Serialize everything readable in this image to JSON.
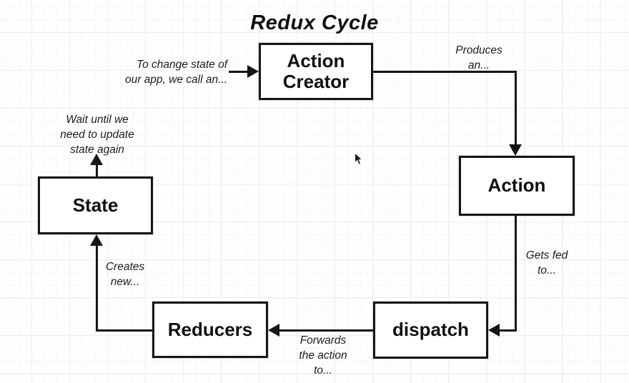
{
  "title": "Redux Cycle",
  "colors": {
    "line": "#161616",
    "node_fill": "#ffffff",
    "node_border": "#161616",
    "text": "#111111",
    "background": "#fefefe",
    "grid_minor": "#f8f5f6",
    "grid_major": "#f1edef"
  },
  "diagram": {
    "nodes": {
      "action_creator": {
        "label": "Action Creator"
      },
      "action": {
        "label": "Action"
      },
      "dispatch": {
        "label": "dispatch"
      },
      "reducers": {
        "label": "Reducers"
      },
      "state": {
        "label": "State"
      }
    },
    "edges": {
      "start_to_action_creator": {
        "to": "action_creator",
        "label": "To change state of\nour app, we call an..."
      },
      "action_creator_to_action": {
        "from": "action_creator",
        "to": "action",
        "label": "Produces\nan..."
      },
      "action_to_dispatch": {
        "from": "action",
        "to": "dispatch",
        "label": "Gets fed\nto..."
      },
      "dispatch_to_reducers": {
        "from": "dispatch",
        "to": "reducers",
        "label": "Forwards\nthe action\nto..."
      },
      "reducers_to_state": {
        "from": "reducers",
        "to": "state",
        "label": "Creates\nnew..."
      },
      "state_to_wait": {
        "from": "state",
        "label": "Wait until we\nneed to update\nstate again"
      }
    }
  },
  "cursor": {
    "type": "arrow-pointer"
  }
}
